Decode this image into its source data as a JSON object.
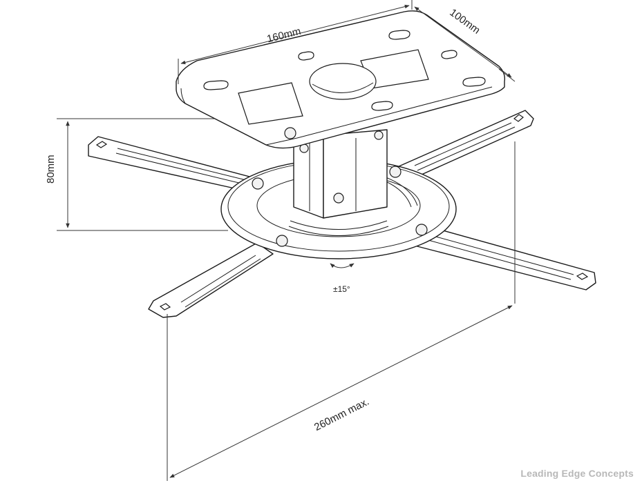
{
  "dimensions": {
    "width_label": "160mm",
    "depth_label": "100mm",
    "height_label": "80mm",
    "span_label": "260mm max.",
    "tilt_label": "±15°"
  },
  "watermark": "Leading Edge Concepts"
}
